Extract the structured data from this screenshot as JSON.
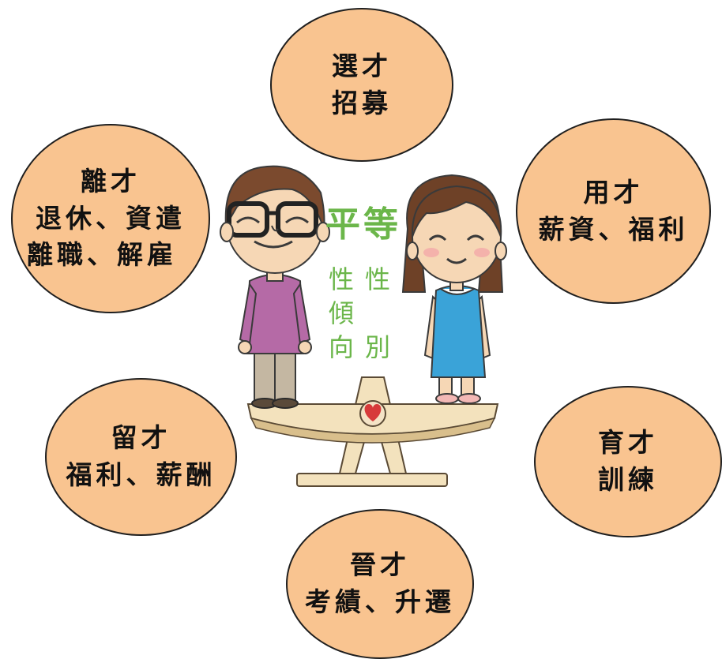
{
  "circles": {
    "top": {
      "line1": "選才",
      "line2": "招募"
    },
    "top_left": {
      "line1": "離才",
      "line2": "退休、資遣",
      "line3": "離職、解雇"
    },
    "top_right": {
      "line1": "用才",
      "line2": "薪資、福利"
    },
    "bottom_left": {
      "line1": "留才",
      "line2": "福利、薪酬"
    },
    "bottom_right": {
      "line1": "育才",
      "line2": "訓練"
    },
    "bottom": {
      "line1": "晉才",
      "line2": "考績、升遷"
    }
  },
  "center": {
    "title": "平等",
    "col_left": [
      "性",
      "傾",
      "向"
    ],
    "col_right": [
      "性",
      "",
      "別"
    ]
  },
  "colors": {
    "circle_fill": "#f9c490",
    "green_text": "#6bb64a"
  }
}
